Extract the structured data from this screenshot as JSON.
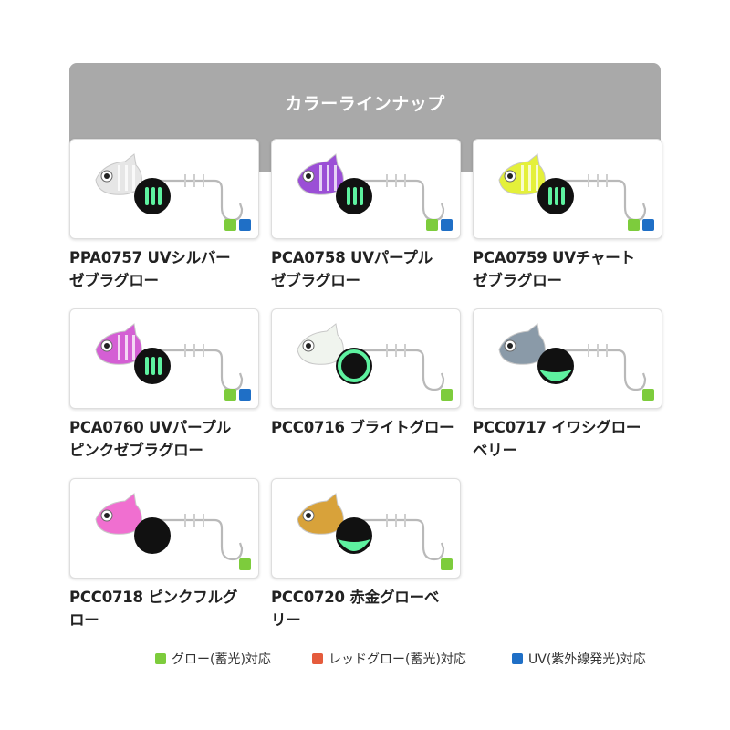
{
  "header": {
    "title": "カラーラインナップ"
  },
  "colors": {
    "glow": "#7dcc3c",
    "red": "#e55b3c",
    "uv": "#1f6fc6",
    "header_bg": "#a9a9a9"
  },
  "products": [
    {
      "code": "PPA0757",
      "name_line1": "PPA0757 UVシルバー",
      "name_line2": "ゼブラグロー",
      "head_color": "#e6e6e6",
      "ball": "zebra",
      "badges": [
        "glow",
        "uv"
      ]
    },
    {
      "code": "PCA0758",
      "name_line1": "PCA0758 UVパープル",
      "name_line2": "ゼブラグロー",
      "head_color": "#9b4fd6",
      "ball": "zebra",
      "badges": [
        "glow",
        "uv"
      ]
    },
    {
      "code": "PCA0759",
      "name_line1": "PCA0759 UVチャート",
      "name_line2": "ゼブラグロー",
      "head_color": "#e4f03a",
      "ball": "zebra",
      "badges": [
        "glow",
        "uv"
      ]
    },
    {
      "code": "PCA0760",
      "name_line1": "PCA0760 UVパープル",
      "name_line2": "ピンクゼブラグロー",
      "head_color": "#d45fd4",
      "ball": "zebra",
      "badges": [
        "glow",
        "uv"
      ]
    },
    {
      "code": "PCC0716",
      "name_line1": "PCC0716 ブライトグロー",
      "name_line2": "",
      "head_color": "#f0f4ee",
      "ball": "glow",
      "badges": [
        "glow"
      ]
    },
    {
      "code": "PCC0717",
      "name_line1": "PCC0717 イワシグロー",
      "name_line2": "ベリー",
      "head_color": "#8a9aa8",
      "ball": "belly",
      "badges": [
        "glow"
      ]
    },
    {
      "code": "PCC0718",
      "name_line1": "PCC0718 ピンクフルグ",
      "name_line2": "ロー",
      "head_color": "#f06fd0",
      "ball": "dark",
      "badges": [
        "glow"
      ]
    },
    {
      "code": "PCC0720",
      "name_line1": "PCC0720 赤金グローベ",
      "name_line2": "リー",
      "head_color": "#d8a23a",
      "ball": "belly",
      "badges": [
        "glow"
      ]
    }
  ],
  "legend": [
    {
      "type": "glow",
      "label": "グロー(蓄光)対応"
    },
    {
      "type": "red",
      "label": "レッドグロー(蓄光)対応"
    },
    {
      "type": "uv",
      "label": "UV(紫外線発光)対応"
    }
  ]
}
